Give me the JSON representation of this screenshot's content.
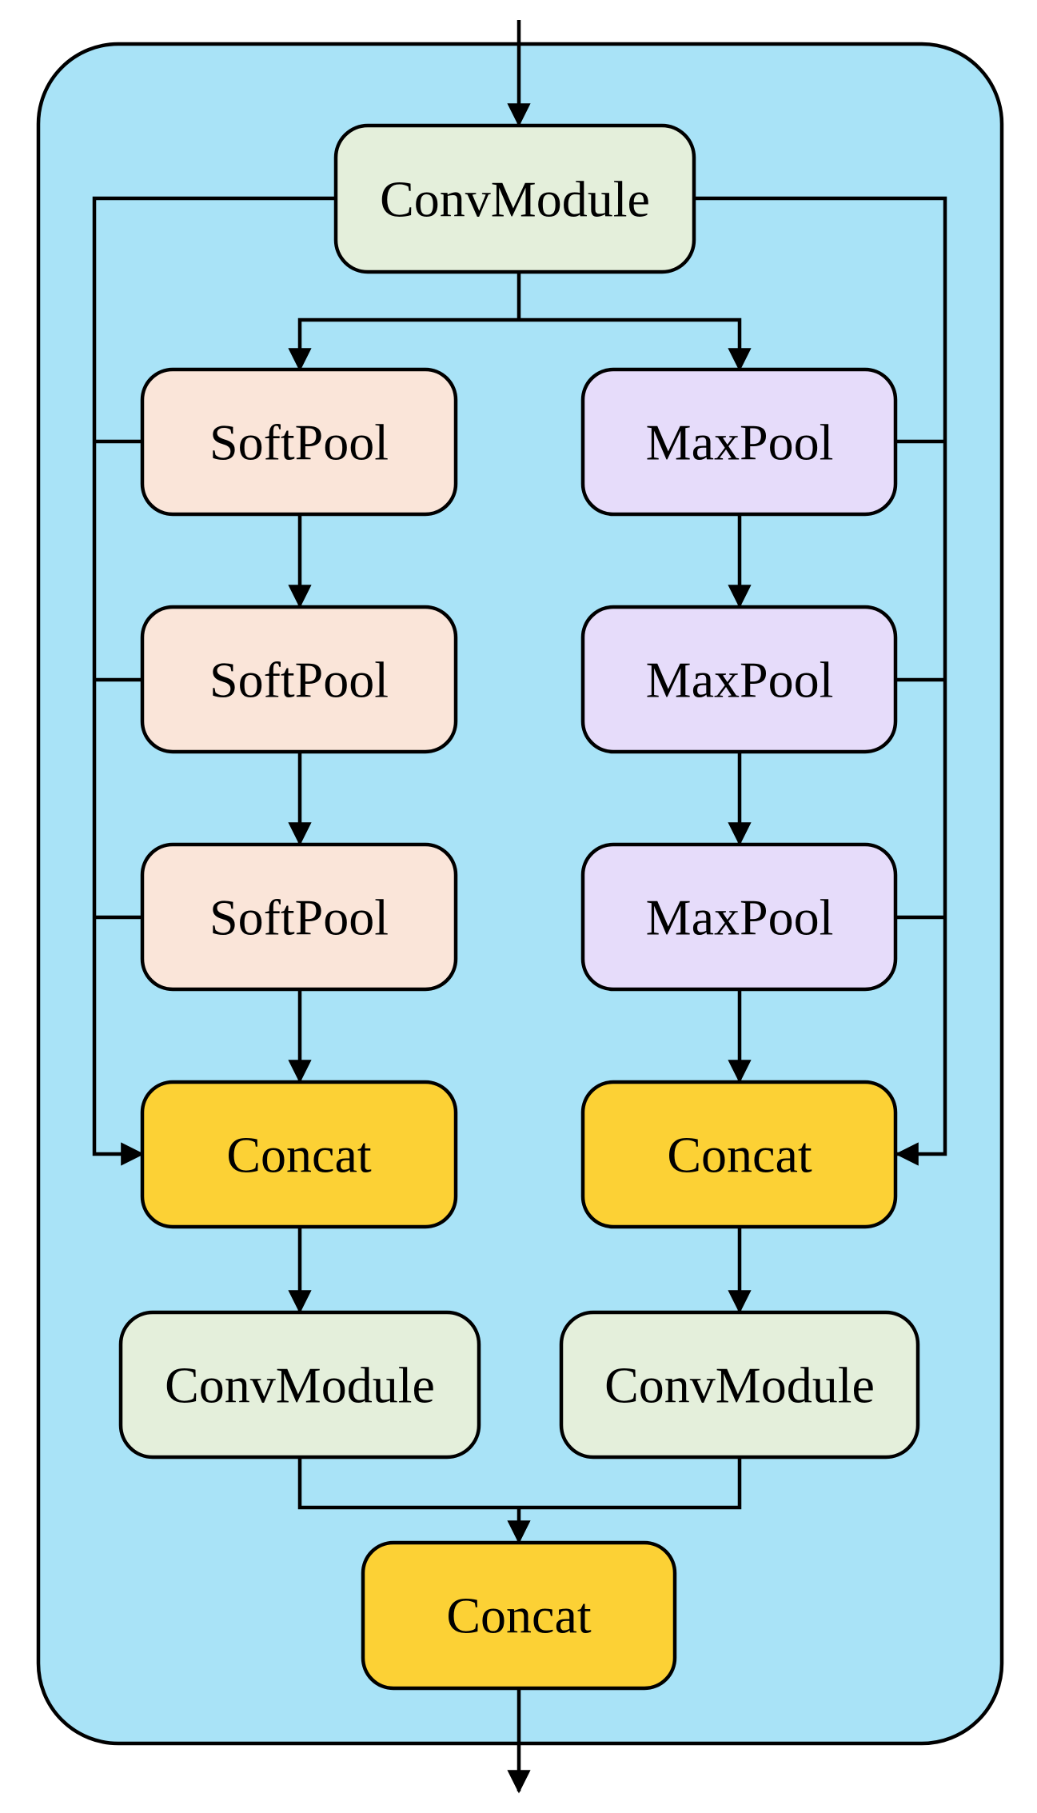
{
  "colors": {
    "container": "#a9e3f7",
    "conv": "#e4efdb",
    "softpool": "#fae5d9",
    "maxpool": "#e6dcfa",
    "concat": "#fcd135",
    "stroke": "#000000"
  },
  "nodes": {
    "conv_top": "ConvModule",
    "softpool_1": "SoftPool",
    "softpool_2": "SoftPool",
    "softpool_3": "SoftPool",
    "maxpool_1": "MaxPool",
    "maxpool_2": "MaxPool",
    "maxpool_3": "MaxPool",
    "concat_left": "Concat",
    "concat_right": "Concat",
    "conv_left": "ConvModule",
    "conv_right": "ConvModule",
    "concat_bottom": "Concat"
  }
}
